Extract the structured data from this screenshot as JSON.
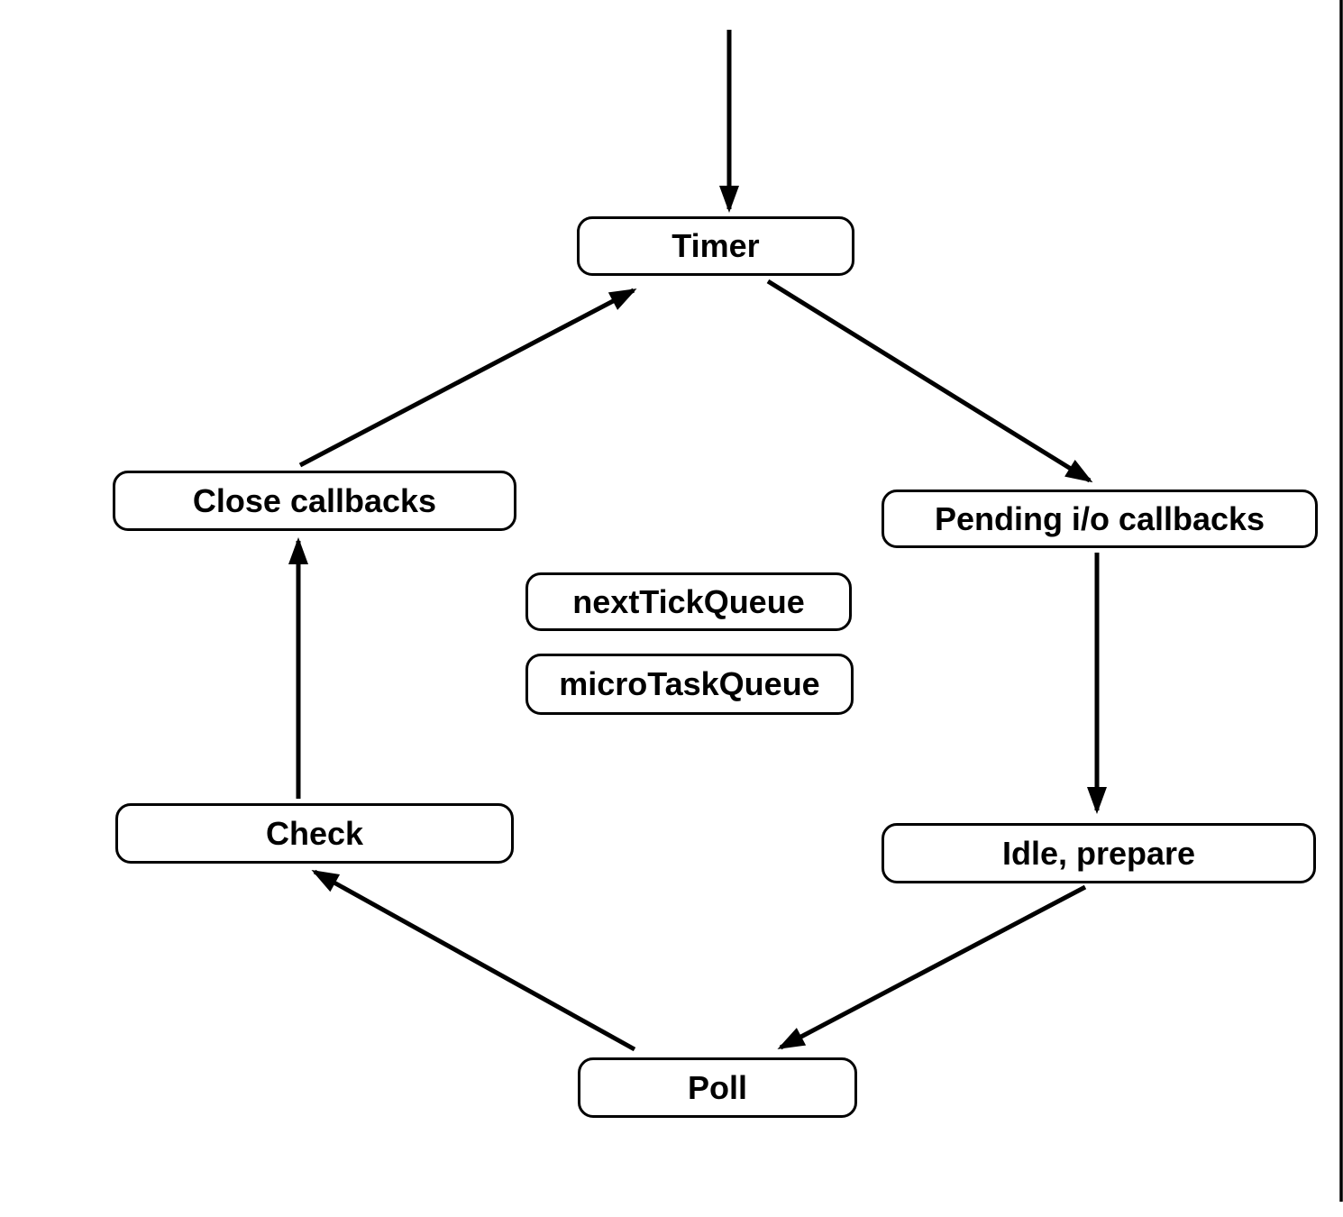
{
  "diagram": {
    "type": "flowchart",
    "nodes": {
      "timer": {
        "label": "Timer"
      },
      "close_callbacks": {
        "label": "Close callbacks"
      },
      "pending_io": {
        "label": "Pending i/o callbacks"
      },
      "next_tick_queue": {
        "label": "nextTickQueue"
      },
      "micro_task_queue": {
        "label": "microTaskQueue"
      },
      "check": {
        "label": "Check"
      },
      "idle_prepare": {
        "label": "Idle, prepare"
      },
      "poll": {
        "label": "Poll"
      }
    },
    "edges": [
      {
        "from": "start",
        "to": "timer"
      },
      {
        "from": "timer",
        "to": "pending_io"
      },
      {
        "from": "pending_io",
        "to": "idle_prepare"
      },
      {
        "from": "idle_prepare",
        "to": "poll"
      },
      {
        "from": "poll",
        "to": "check"
      },
      {
        "from": "check",
        "to": "close_callbacks"
      },
      {
        "from": "close_callbacks",
        "to": "timer"
      }
    ],
    "colors": {
      "background": "#ffffff",
      "node_fill": "#ffffff",
      "node_border": "#000000",
      "arrow": "#000000",
      "text": "#000000",
      "page_right_border": "#000000"
    }
  }
}
